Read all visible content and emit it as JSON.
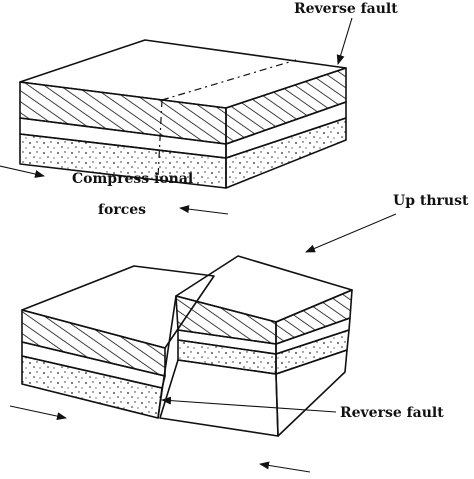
{
  "labels": {
    "reverse_fault_top": "Reverse fault",
    "compressional_line1": "Compress ional",
    "compressional_line2": "forces",
    "up_thrust": "Up thrust",
    "reverse_fault_bottom": "Reverse fault"
  },
  "colors": {
    "ink": "#111111",
    "background": "#ffffff"
  }
}
